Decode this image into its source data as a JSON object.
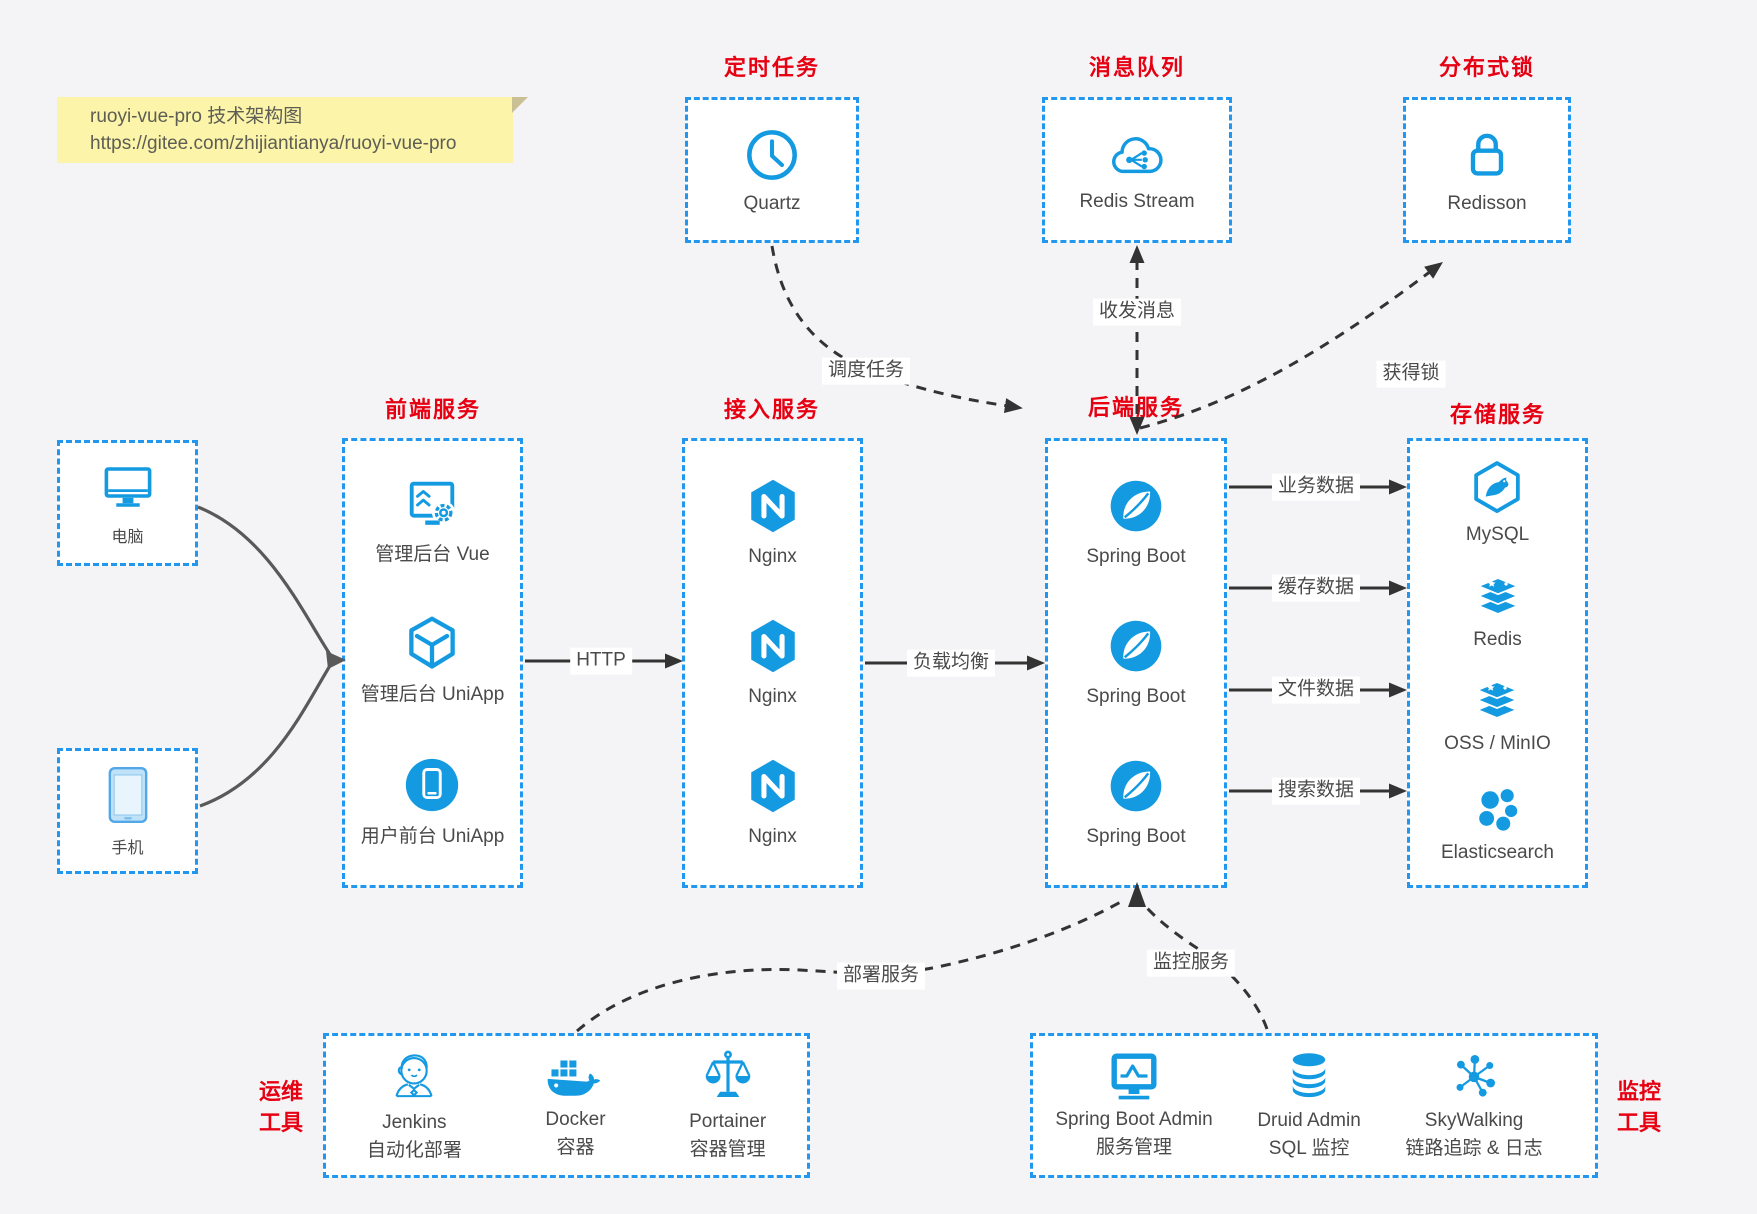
{
  "note": {
    "line1": "ruoyi-vue-pro 技术架构图",
    "line2": "https://gitee.com/zhijiantianya/ruoyi-vue-pro"
  },
  "top_groups": {
    "scheduled_jobs": {
      "title": "定时任务",
      "item": "Quartz"
    },
    "message_queue": {
      "title": "消息队列",
      "item": "Redis Stream"
    },
    "distributed_lock": {
      "title": "分布式锁",
      "item": "Redisson"
    }
  },
  "clients": {
    "pc": {
      "label": "电脑"
    },
    "mobile": {
      "label": "手机"
    }
  },
  "columns": {
    "frontend": {
      "title": "前端服务",
      "items": [
        "管理后台 Vue",
        "管理后台 UniApp",
        "用户前台 UniApp"
      ]
    },
    "gateway": {
      "title": "接入服务",
      "items": [
        "Nginx",
        "Nginx",
        "Nginx"
      ]
    },
    "backend": {
      "title": "后端服务",
      "items": [
        "Spring Boot",
        "Spring Boot",
        "Spring Boot"
      ]
    },
    "storage": {
      "title": "存储服务",
      "items": [
        "MySQL",
        "Redis",
        "OSS / MinIO",
        "Elasticsearch"
      ]
    }
  },
  "bottom_groups": {
    "ops": {
      "title": "运维工具",
      "items": [
        [
          "Jenkins",
          "自动化部署"
        ],
        [
          "Docker",
          "容器"
        ],
        [
          "Portainer",
          "容器管理"
        ]
      ]
    },
    "monitoring": {
      "title": "监控工具",
      "items": [
        [
          "Spring Boot Admin",
          "服务管理"
        ],
        [
          "Druid Admin",
          "SQL 监控"
        ],
        [
          "SkyWalking",
          "链路追踪 & 日志"
        ]
      ]
    }
  },
  "edge_labels": {
    "http": "HTTP",
    "load_balance": "负载均衡",
    "business_data": "业务数据",
    "cache_data": "缓存数据",
    "file_data": "文件数据",
    "search_data": "搜索数据",
    "schedule_task": "调度任务",
    "send_receive_message": "收发消息",
    "acquire_lock": "获得锁",
    "deploy_service": "部署服务",
    "monitor_service": "监控服务"
  },
  "colors": {
    "icon_blue": "#149ae1",
    "border_blue": "#2297f0",
    "title_red": "#e60012",
    "arrow_dark": "#333333",
    "arrow_gray": "#595959",
    "note_bg": "#fbf4a9",
    "canvas_bg": "#f4f4f6",
    "label_text": "#4a4a4a"
  }
}
